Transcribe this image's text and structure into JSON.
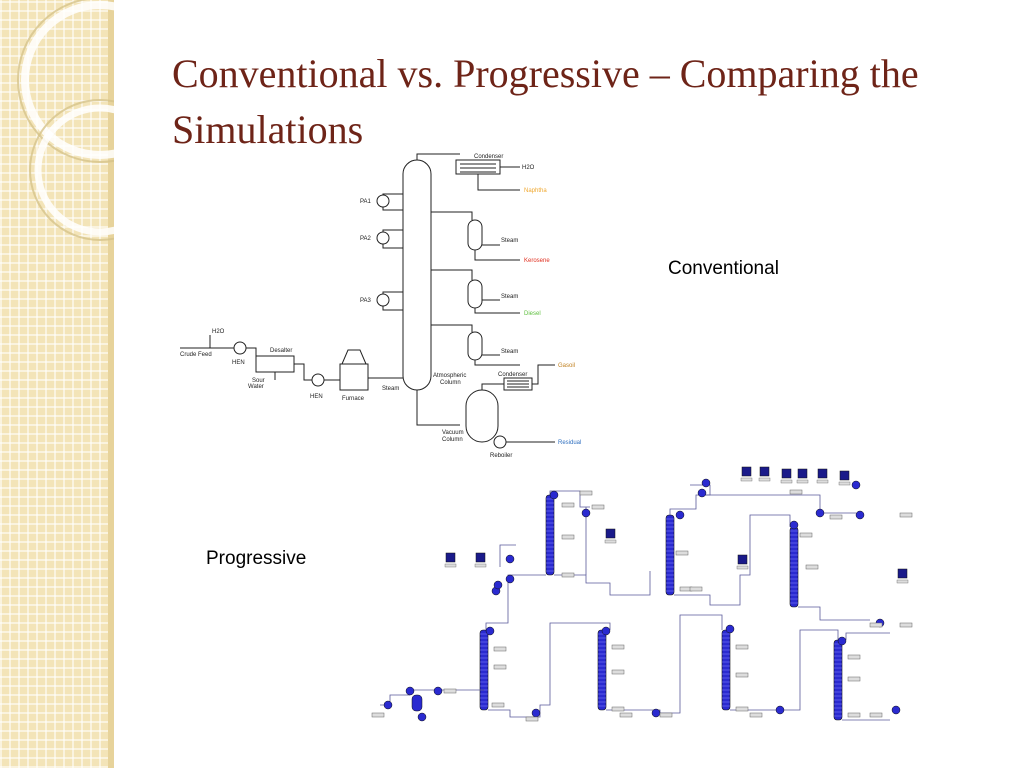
{
  "slide": {
    "title": "Conventional vs. Progressive – Comparing the Simulations",
    "conventional_label": "Conventional",
    "progressive_label": "Progressive"
  },
  "colors": {
    "title": "#6e2418",
    "sidebar": "#f3e4b8",
    "naphtha": "#f0a830",
    "kerosene": "#e03020",
    "diesel": "#60c040",
    "gasoil": "#c08020",
    "residual": "#3070c0",
    "column_blue": "#2a2ad0"
  },
  "conventional_diagram": {
    "condenser_top": "Condenser",
    "h2o_top": "H2O",
    "naphtha": "Naphtha",
    "pa1": "PA1",
    "pa2": "PA2",
    "pa3": "PA3",
    "steam1": "Steam",
    "kerosene": "Kerosene",
    "steam2": "Steam",
    "diesel": "Diesel",
    "steam3": "Steam",
    "gasoil": "Gasoil",
    "h2o_feed": "H2O",
    "crude_feed": "Crude Feed",
    "hen1": "HEN",
    "desalter": "Desalter",
    "sour_water_1": "Sour",
    "sour_water_2": "Water",
    "hen2": "HEN",
    "furnace": "Furnace",
    "steam4": "Steam",
    "atm_col_1": "Atmospheric",
    "atm_col_2": "Column",
    "condenser_bottom": "Condenser",
    "vac_col_1": "Vacuum",
    "vac_col_2": "Column",
    "residual": "Residual",
    "reboiler": "Reboiler"
  }
}
